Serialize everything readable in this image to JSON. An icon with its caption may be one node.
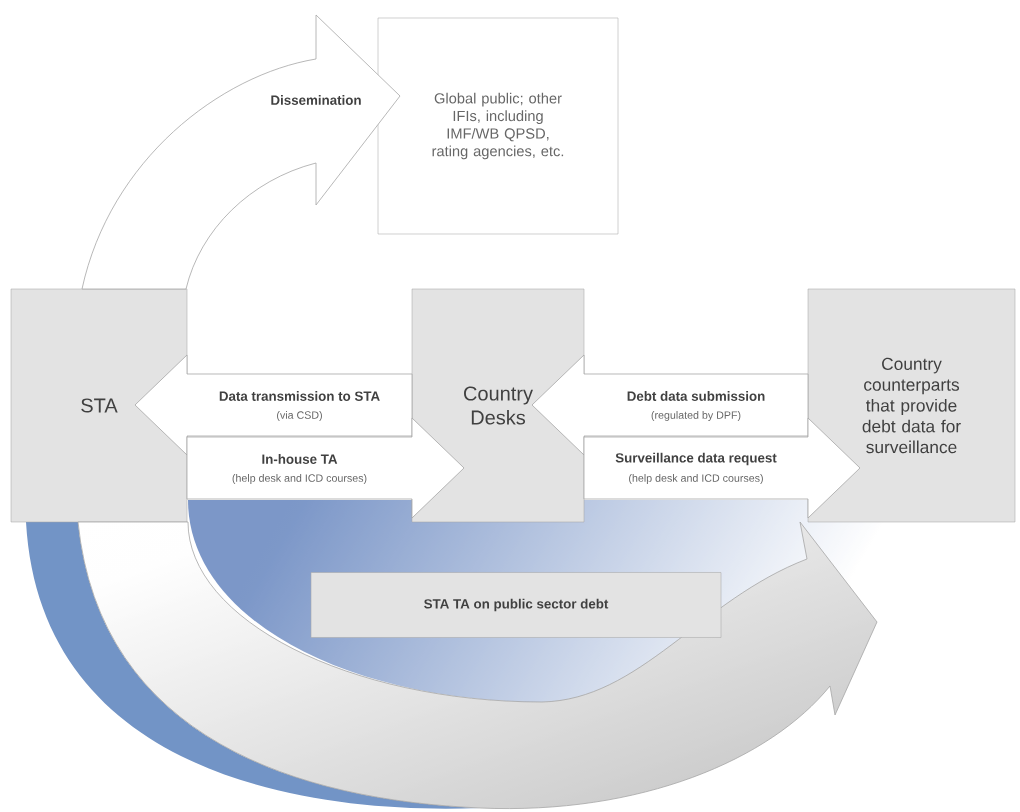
{
  "diagram": {
    "nodes": [
      {
        "text": [
          "STA"
        ]
      },
      {
        "text": [
          "Global public; other IFIs, including IMF/WB QPSD, rating agencies, etc."
        ]
      },
      {
        "text": [
          "Country Desks"
        ]
      },
      {
        "text": [
          "Country counterparts that provide debt data for surveillance"
        ]
      }
    ],
    "edges": [
      {
        "from": 0,
        "to": 1,
        "arrow": "to",
        "label": "Dissemination"
      },
      {
        "from": 2,
        "to": 0,
        "arrow": "to",
        "label": "Data transmission to STA"
      },
      {
        "from": 0,
        "to": 2,
        "arrow": "to",
        "label": "In-house TA"
      },
      {
        "from": 3,
        "to": 2,
        "arrow": "to",
        "label": "Debt data submission"
      },
      {
        "from": 2,
        "to": 3,
        "arrow": "to",
        "label": "Surveillance data request"
      },
      {
        "from": 0,
        "to": 3,
        "arrow": "to",
        "label": "STA TA on public sector debt"
      }
    ],
    "labels": [
      "(via CSD)",
      "(help desk and ICD courses)",
      "(regulated by DPF)",
      "(help desk and ICD courses)"
    ]
  }
}
